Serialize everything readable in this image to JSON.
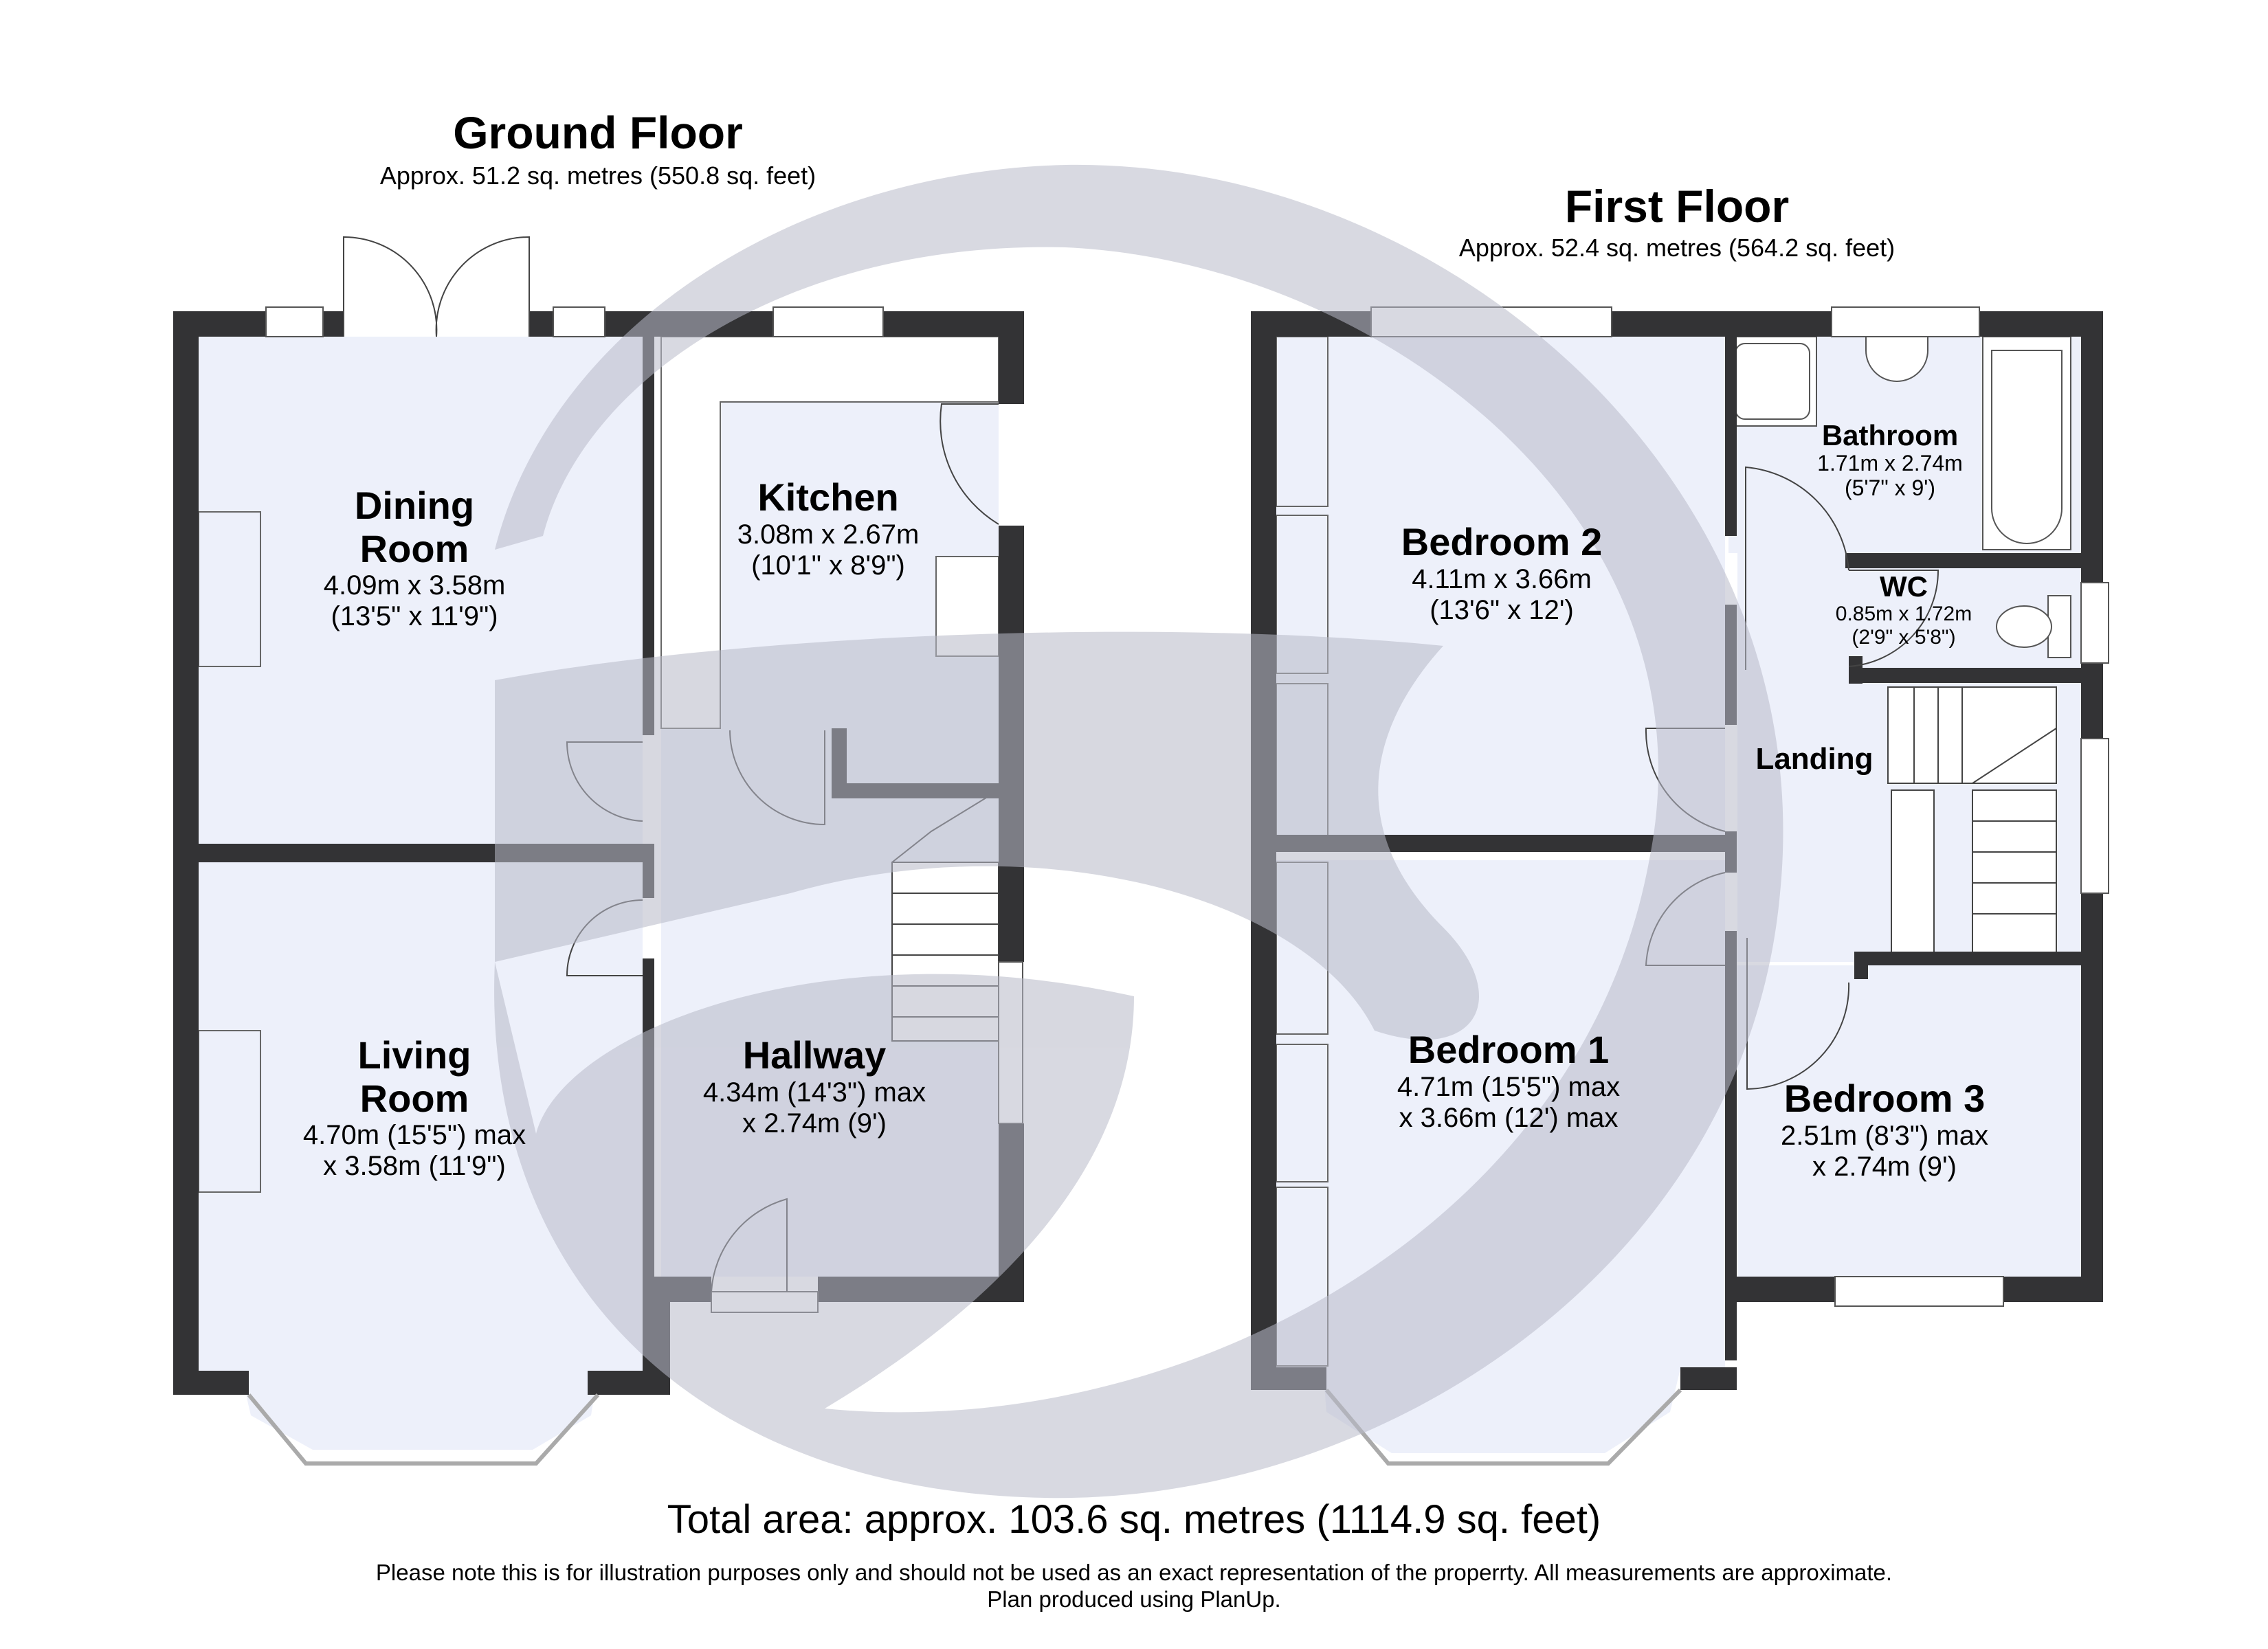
{
  "colors": {
    "wall": "#333335",
    "room_fill": "#EDF0FA",
    "watermark_on_white": "#DCDCE2",
    "watermark_on_room": "#CDD1E0",
    "fixture": "#FFFFFF",
    "line": "#555555"
  },
  "ground_floor": {
    "title": "Ground Floor",
    "area": "Approx. 51.2 sq. metres (550.8 sq. feet)",
    "rooms": [
      {
        "name": "Dining",
        "name2": "Room",
        "dim1": "4.09m x 3.58m",
        "dim2": "(13'5\" x 11'9\")"
      },
      {
        "name": "Kitchen",
        "dim1": "3.08m x 2.67m",
        "dim2": "(10'1\" x 8'9\")"
      },
      {
        "name": "Living",
        "name2": "Room",
        "dim1": "4.70m (15'5\") max",
        "dim2": "x 3.58m (11'9\")"
      },
      {
        "name": "Hallway",
        "dim1": "4.34m (14'3\") max",
        "dim2": "x 2.74m (9')"
      }
    ]
  },
  "first_floor": {
    "title": "First Floor",
    "area": "Approx. 52.4 sq. metres (564.2 sq. feet)",
    "rooms": [
      {
        "name": "Bedroom 2",
        "dim1": "4.11m x 3.66m",
        "dim2": "(13'6\" x 12')"
      },
      {
        "name": "Bathroom",
        "dim1": "1.71m x 2.74m",
        "dim2": "(5'7\" x 9')"
      },
      {
        "name": "WC",
        "dim1": "0.85m x 1.72m",
        "dim2": "(2'9\" x 5'8\")"
      },
      {
        "name": "Landing"
      },
      {
        "name": "Bedroom 1",
        "dim1": "4.71m (15'5\") max",
        "dim2": "x 3.66m (12') max"
      },
      {
        "name": "Bedroom 3",
        "dim1": "2.51m (8'3\") max",
        "dim2": "x 2.74m (9')"
      }
    ]
  },
  "footer": {
    "total_area": "Total area: approx. 103.6 sq. metres (1114.9 sq. feet)",
    "disclaimer": "Please note this is for illustration purposes only and should not be used as an exact representation of the properrty. All measurements are approximate.",
    "credit": "Plan produced using PlanUp."
  }
}
